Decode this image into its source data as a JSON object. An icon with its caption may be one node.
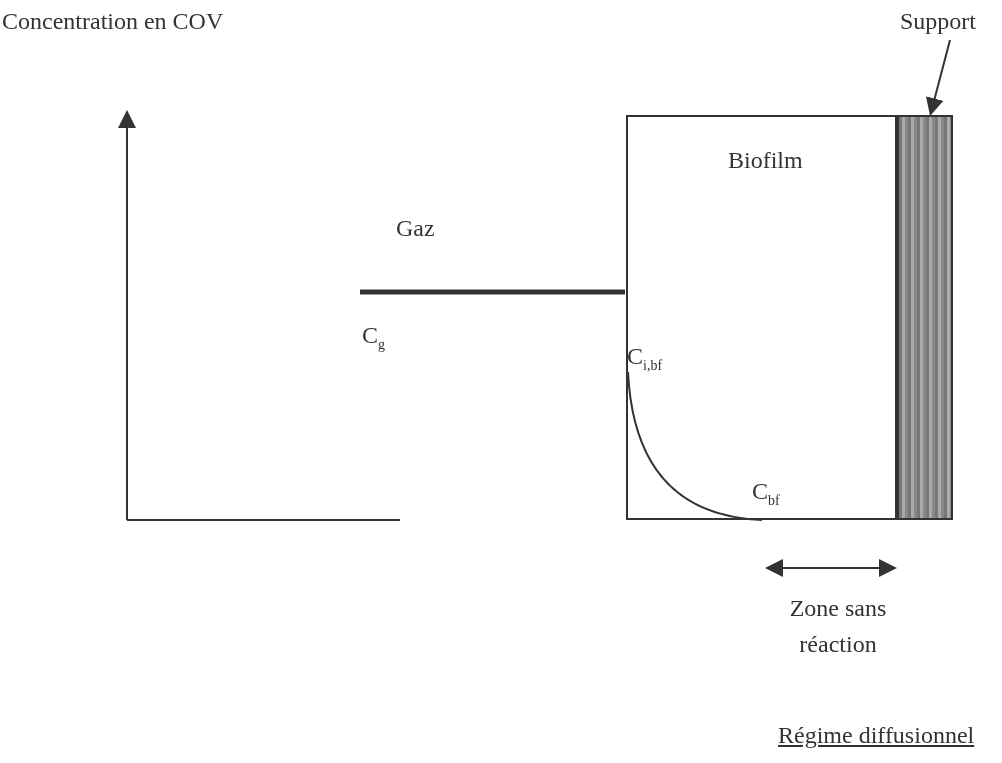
{
  "diagram": {
    "caption": "Régime diffusionnel",
    "nodes": [
      {
        "text": [
          "Biofilm"
        ]
      },
      {
        "text": [],
        "shape": "bar"
      },
      {
        "text": [
          "Support"
        ]
      }
    ],
    "edges": [
      {
        "from": 2,
        "to": 1,
        "arrow": "to"
      }
    ],
    "labels": [
      "Concentration en COV",
      "Gaz",
      "C$_{g}$",
      "C$_{i,bf}$",
      "C$_{bf}$",
      "Zone sans réaction"
    ]
  }
}
